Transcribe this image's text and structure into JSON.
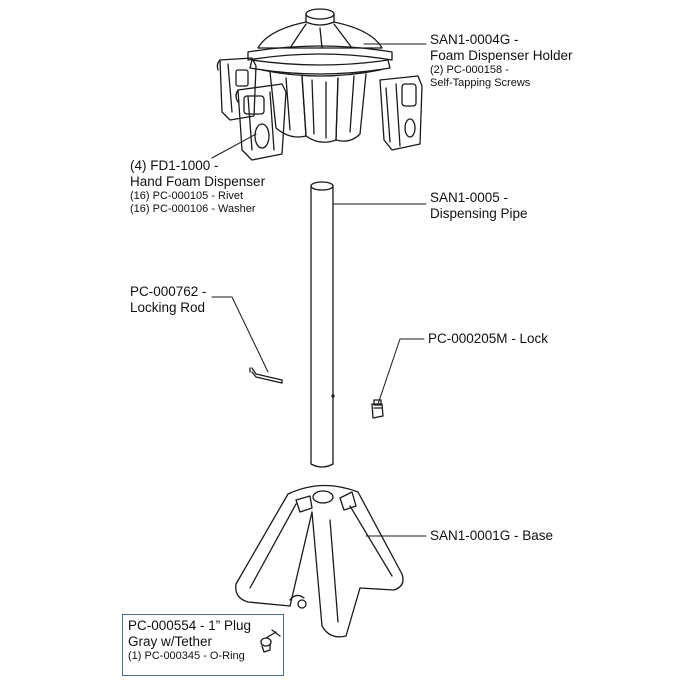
{
  "labels": {
    "holder": {
      "name": "SAN1-0004G -",
      "desc": "Foam Dispenser Holder",
      "screws": "(2) PC-000158 -",
      "screws_desc": "Self-Tapping Screws"
    },
    "dispenser": {
      "name": "(4) FD1-1000 -",
      "desc": "Hand Foam Dispenser",
      "rivet": "(16) PC-000105 - Rivet",
      "washer": "(16) PC-000106 - Washer"
    },
    "pipe": {
      "name": "SAN1-0005 -",
      "desc": "Dispensing Pipe"
    },
    "rod": {
      "name": "PC-000762 -",
      "desc": "Locking Rod"
    },
    "lock": {
      "name": "PC-000205M - Lock"
    },
    "base": {
      "name": "SAN1-0001G - Base"
    },
    "plug": {
      "name": "PC-000554 - 1” Plug",
      "desc": "Gray w/Tether",
      "oring": "(1) PC-000345 - O-Ring"
    }
  },
  "colors": {
    "line": "#1a1a1a",
    "box_border": "#4a6d94",
    "background": "#ffffff"
  }
}
